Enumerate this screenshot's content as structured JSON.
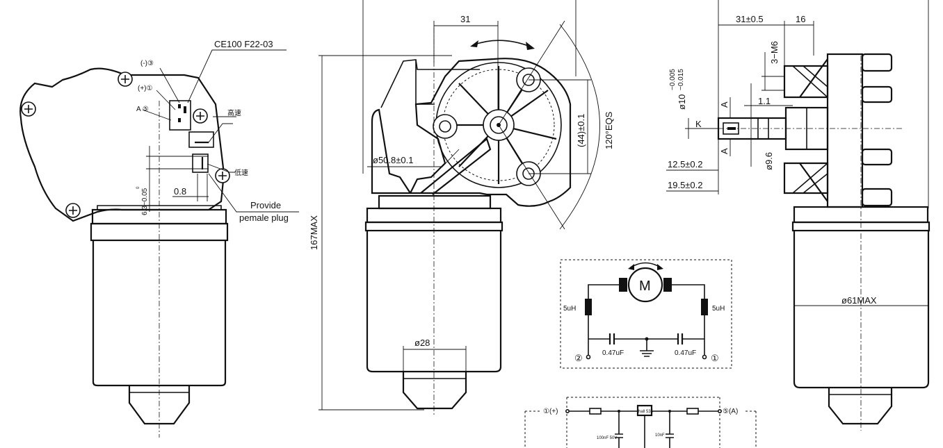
{
  "connector": {
    "part_label": "CE100 F22-03",
    "pin_neg": "(-)③",
    "pin_pos": "(+)①",
    "pin_a": "A ⑤",
    "mark_top": "高速",
    "mark_bottom": "低速",
    "plug_line1": "Provide",
    "plug_line2": "pemale plug"
  },
  "front_view": {
    "dim_pin_width": "0.8",
    "dim_pin_tol": "6.3−0.05",
    "dim_pin_tol_upper": "0"
  },
  "middle_view": {
    "dim_31": "31",
    "dim_bolt_circle": "ø50.8±0.1",
    "dim_44": "(44)±0.1",
    "dim_120": "120°EQS",
    "dim_height": "167MAX",
    "dim_28": "ø28"
  },
  "side_view": {
    "dim_31": "31±0.5",
    "dim_16": "16",
    "dim_m6": "3−M6",
    "dim_shaft": "ø10",
    "dim_shaft_upper": "−0.005",
    "dim_shaft_lower": "−0.015",
    "dim_1_1": "1.1",
    "label_k": "K",
    "label_a_top": "A",
    "label_a_bottom": "A",
    "dim_9_6": "ø9.6",
    "dim_12_5": "12.5±0.2",
    "dim_19_5": "19.5±0.2",
    "dim_61": "ø61MAX"
  },
  "circuit_motor": {
    "motor_label": "M",
    "inductor_left": "5uH",
    "inductor_right": "5uH",
    "cap_left": "0.47uF",
    "cap_right": "0.47uF",
    "term_left": "②",
    "term_right": "①"
  },
  "circuit_hall": {
    "term_pos": "①(+)",
    "term_a": "⑤(A)",
    "ic_label": "hall 535",
    "cap1": "100nF 50V",
    "cap2": "10nF"
  }
}
